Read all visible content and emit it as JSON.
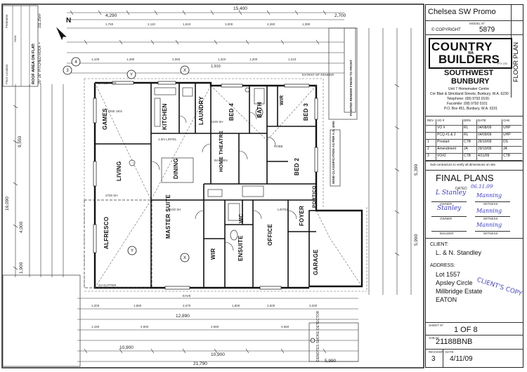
{
  "plan": {
    "rooms": [
      {
        "key": "games",
        "label": "GAMES"
      },
      {
        "key": "kitchen",
        "label": "KITCHEN"
      },
      {
        "key": "laundry",
        "label": "LAUNDRY"
      },
      {
        "key": "bed4",
        "label": "BED 4"
      },
      {
        "key": "bath",
        "label": "BATH"
      },
      {
        "key": "bed3",
        "label": "BED 3"
      },
      {
        "key": "living",
        "label": "LIVING"
      },
      {
        "key": "dining",
        "label": "DINING"
      },
      {
        "key": "home_theatre",
        "label": "HOME THEATRE"
      },
      {
        "key": "bed2",
        "label": "BED 2"
      },
      {
        "key": "alfresco",
        "label": "ALFRESCO"
      },
      {
        "key": "master",
        "label": "MASTER SUITE"
      },
      {
        "key": "wir1",
        "label": "WIR"
      },
      {
        "key": "wc",
        "label": "WC"
      },
      {
        "key": "ensuite",
        "label": "ENSUITE"
      },
      {
        "key": "office",
        "label": "OFFICE"
      },
      {
        "key": "foyer",
        "label": "FOYER"
      },
      {
        "key": "portico",
        "label": "PORTICO"
      },
      {
        "key": "garage",
        "label": "GARAGE"
      },
      {
        "key": "wir2",
        "label": "WIR"
      }
    ],
    "dims": {
      "top_overall": "15,400",
      "top_left": "4,290",
      "top_right": "2,700",
      "top_mid": "1,910",
      "left_overall": "16,090",
      "left_upper": "9,550",
      "left_mid": "4,000",
      "left_lower": "1,900",
      "right_upper": "5,390",
      "right_lower": "5,990",
      "bottom_overall": "21,790",
      "bottom_a": "10,900",
      "bottom_b": "5,990",
      "bottom_c": "12,890",
      "bottom_d": "10,900"
    },
    "roof_notes": {
      "title": "ROOF AREA ON FLAT:",
      "line1": "25° 26° PITCHED ROOF =",
      "line2": "311.25m²",
      "areas_header": "Floor Location",
      "area_header": "Area",
      "perimeter_header": "Perimeter"
    },
    "north_label": "N",
    "smoke_note": "DENOTES SMOKE DETECTOR",
    "top_notes": "PAINTED RENDER FINISH TO FRONT",
    "wind_note": "WIND CLASSIFICATION AS PER A.S. 4055",
    "extent_label": "EXTENT OF RENDER",
    "eave": "EAVE"
  },
  "title_block": {
    "project_name": "Chelsea SW Promo",
    "copyright": "© COPYRIGHT",
    "model_label": "MODEL Nº",
    "model_no": "5879",
    "plan_type": "FLOOR PLAN",
    "logo_line1": "COUNTRY",
    "logo_wa": "WA",
    "logo_line2": "BUILDERS",
    "logo_pty": "PTY LTD",
    "branch1": "SOUTHWEST",
    "branch2": "BUNBURY",
    "addr1": "Unit 7 Homemaker Centre",
    "addr2": "Cnr Blair & Strickland Streets, Bunbury, W.A. 6230",
    "phone": "Telephone: (08) 9792 0100.",
    "fax": "Facsimile: (08) 9792 0101",
    "po": "P.O. Box 451, Bunbury, W.A. 6231",
    "rev_header": [
      "REV",
      "VO #",
      "DRN",
      "DATE",
      "CHK"
    ],
    "revisions": [
      [
        "",
        "VO #",
        "RL",
        "04/08/09",
        "UHP"
      ],
      [
        "",
        "PCQ #1 & 2",
        "RL",
        "04/09/09",
        "UHP"
      ],
      [
        "1",
        "Prestart",
        "CTB",
        "26/10/09",
        "DS"
      ],
      [
        "2",
        "Amendment",
        "JA",
        "29/10/09",
        "JA"
      ],
      [
        "3",
        "VO#2",
        "CTB",
        "4/11/09",
        "CTB"
      ]
    ],
    "subnote": "Sub-contractors to verify all dimensions on site",
    "final": "FINAL PLANS",
    "dated_label": "DATED",
    "dated_val": "06.11.09",
    "owner_label": "OWNER",
    "witness_label": "WITNESS",
    "builder_label": "BUILDER",
    "sig1": "L Stanley",
    "sig2": "Stanley",
    "wit_sig": "Manning",
    "client_label": "CLIENT:",
    "client": "L. & N. Standley",
    "address_label": "ADDRESS:",
    "addr_l1": "Lot 1557",
    "addr_l2": "Apsley Circle",
    "addr_l3": "Millbridge Estate",
    "addr_l4": "EATON",
    "stamp": "CLIENT'S COPY",
    "sheet_label": "SHEET Nº",
    "sheet": "1 OF 8",
    "job_label": "JOB Nº",
    "job": "21188BNB",
    "rev_label": "REVISION",
    "rev_no": "3",
    "date_label": "DATE",
    "date": "4/11/09"
  }
}
